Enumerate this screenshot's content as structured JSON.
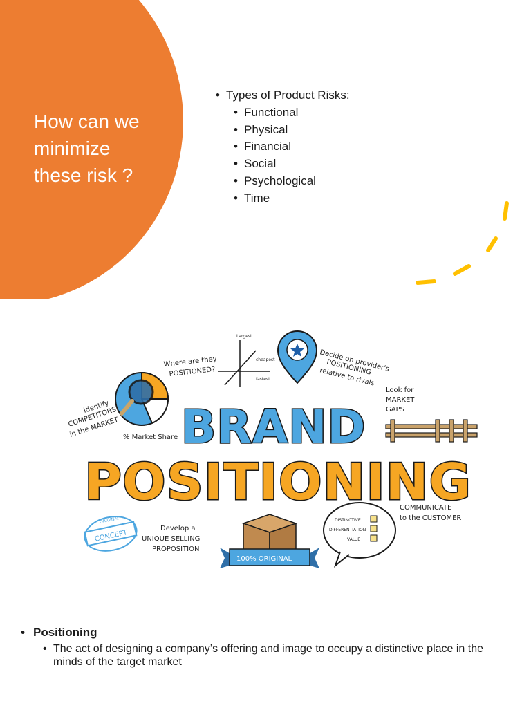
{
  "slide1": {
    "title": "How can we\nminimize\nthese risk ?",
    "heading": "Types of Product Risks:",
    "items": [
      "Functional",
      "Physical",
      "Financial",
      "Social",
      "Psychological",
      "Time"
    ],
    "colors": {
      "circle": "#ED7D31",
      "dash": "#FFC000"
    }
  },
  "slide2": {
    "graphic": {
      "word1": "BRAND",
      "word2": "POSITIONING",
      "where": "Where are they",
      "positioned": "POSITIONED?",
      "largest": "Largest",
      "cheapest": "cheapest",
      "fastest": "fastest",
      "decide1": "Decide on provider's",
      "decide2": "POSITIONING",
      "decide3": "relative to rivals",
      "look1": "Look for",
      "look2": "MARKET",
      "look3": "GAPS",
      "identify1": "Identify",
      "identify2": "COMPETITORS",
      "identify3": "in the MARKET",
      "market_share": "% Market Share",
      "develop1": "Develop a",
      "develop2": "UNIQUE SELLING",
      "develop3": "PROPOSITION",
      "concept": "CONCEPT",
      "original": "ORIGINAL",
      "original_banner": "100% ORIGINAL",
      "distinctive": "DISTINCTIVE",
      "differentiation": "DIFFERENTIATION",
      "value": "VALUE",
      "communicate1": "COMMUNICATE",
      "communicate2": "to the CUSTOMER",
      "colors": {
        "blue": "#4DA6E0",
        "orange": "#F6A623",
        "outline": "#1a1a1a"
      }
    },
    "bullet_title": "Positioning",
    "bullet_text": "The act of designing a company’s offering and image to occupy a distinctive place in the minds of the target market"
  }
}
